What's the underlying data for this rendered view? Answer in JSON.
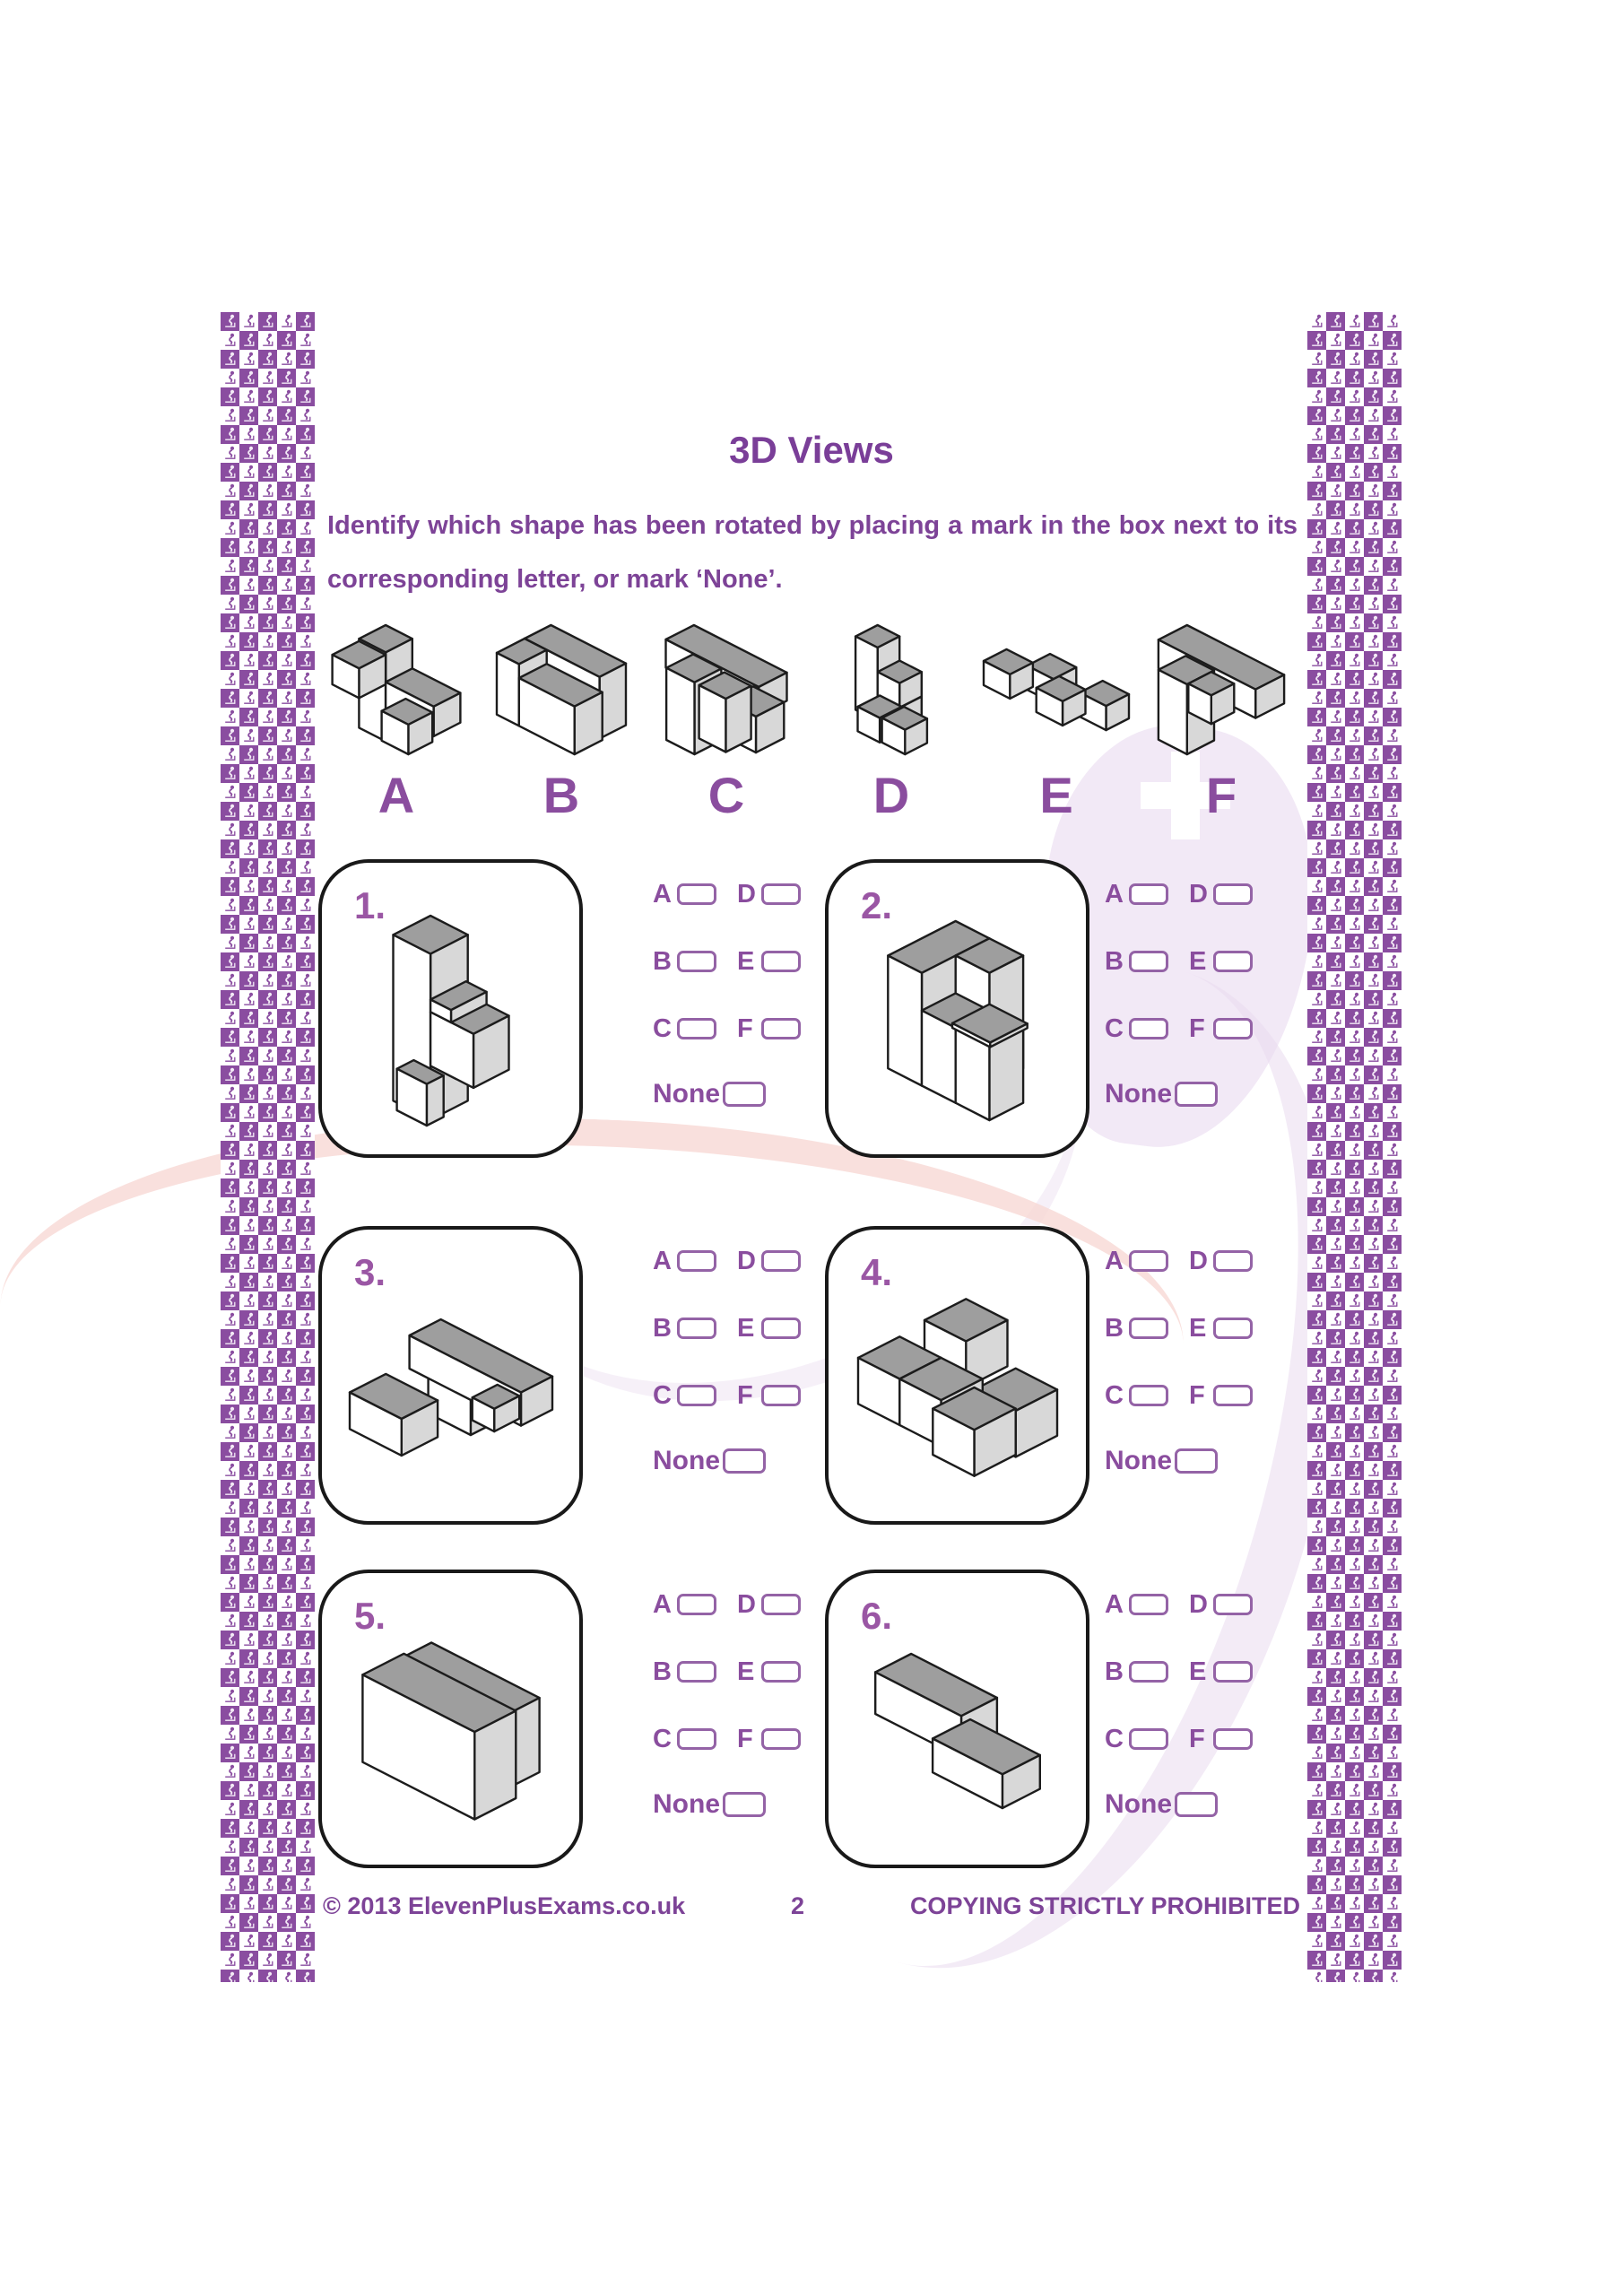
{
  "page": {
    "title": "3D Views",
    "instructions": "Identify which shape has been rotated by placing a mark in the box next to its corresponding letter, or mark ‘None’.",
    "footer": {
      "copyright": "© 2013 ElevenPlusExams.co.uk",
      "page_number": "2",
      "notice": "COPYING STRICTLY PROHIBITED"
    }
  },
  "option_labels": {
    "a": "A",
    "b": "B",
    "c": "C",
    "d": "D",
    "e": "E",
    "f": "F",
    "none": "None"
  },
  "reference_shapes": [
    {
      "letter": "A",
      "boxes": [
        [
          1,
          0,
          0,
          1,
          1,
          3
        ],
        [
          0,
          0,
          1,
          1,
          1,
          1
        ],
        [
          2,
          0,
          1,
          1.8,
          1,
          1
        ],
        [
          1.9,
          0.15,
          0,
          1,
          0.9,
          1
        ]
      ]
    },
    {
      "letter": "B",
      "boxes": [
        [
          0,
          0,
          0,
          2.7,
          0.95,
          2
        ],
        [
          0,
          0.95,
          0,
          0.8,
          1,
          2
        ],
        [
          0.8,
          0.95,
          0,
          2,
          1,
          1.55
        ]
      ]
    },
    {
      "letter": "C",
      "boxes": [
        [
          0,
          0,
          2.3,
          3.3,
          1,
          0.9
        ],
        [
          0.02,
          0.05,
          0,
          1,
          0.95,
          2.3
        ],
        [
          2.2,
          0.1,
          1.15,
          1.1,
          1,
          1.15
        ],
        [
          1.2,
          0.12,
          0.6,
          0.95,
          0.9,
          1.7
        ]
      ]
    },
    {
      "letter": "D",
      "boxes": [
        [
          0,
          0,
          0,
          1,
          1,
          3
        ],
        [
          1,
          0,
          0,
          1,
          1,
          1
        ],
        [
          1.1,
          0.1,
          1.1,
          1,
          1,
          1
        ],
        [
          1,
          0.9,
          0,
          1,
          1,
          1
        ],
        [
          2.05,
          0.85,
          0,
          1.05,
          1,
          1
        ]
      ]
    },
    {
      "letter": "E",
      "boxes": [
        [
          1.15,
          0,
          0,
          1.15,
          1,
          0.95
        ],
        [
          3.45,
          0,
          0,
          1.15,
          1,
          0.95
        ],
        [
          0,
          0.75,
          0,
          1.15,
          1,
          0.95
        ],
        [
          2.3,
          0.75,
          0,
          1.15,
          1,
          0.95
        ]
      ]
    },
    {
      "letter": "F",
      "boxes": [
        [
          0.8,
          0,
          2.2,
          3.4,
          1,
          0.9
        ],
        [
          0.85,
          0.1,
          0,
          1,
          0.95,
          2.2
        ],
        [
          1.85,
          0.2,
          1.3,
          0.8,
          0.8,
          0.9
        ]
      ]
    }
  ],
  "questions": [
    {
      "number": "1.",
      "boxes": [
        [
          0,
          0,
          0,
          1,
          1,
          4
        ],
        [
          1,
          0.05,
          1.3,
          1.15,
          0.95,
          1.3
        ],
        [
          1,
          0.05,
          2.6,
          0.55,
          0.95,
          0.3
        ],
        [
          0.3,
          0.75,
          0,
          0.8,
          0.45,
          1
        ]
      ]
    },
    {
      "number": "2.",
      "boxes": [
        [
          0,
          0,
          0,
          1,
          2,
          3
        ],
        [
          1,
          0,
          0,
          1,
          1,
          3
        ],
        [
          1,
          1,
          0,
          1,
          1,
          2
        ],
        [
          2,
          1,
          0,
          1,
          1,
          2
        ],
        [
          1.95,
          0.95,
          2,
          1.12,
          1.1,
          0.12
        ]
      ]
    },
    {
      "number": "3.",
      "boxes": [
        [
          1.25,
          0.05,
          0.45,
          1.35,
          0.9,
          1.05
        ],
        [
          0.7,
          0,
          1.5,
          3.55,
          1,
          0.95
        ],
        [
          2.6,
          0.1,
          0.85,
          0.7,
          0.8,
          0.65
        ],
        [
          0,
          1.05,
          0,
          1.65,
          1.15,
          1.05
        ]
      ]
    },
    {
      "number": "4.",
      "boxes": [
        [
          2.15,
          0.05,
          0,
          1,
          1,
          1
        ],
        [
          1,
          0.1,
          1,
          1,
          1,
          1
        ],
        [
          0,
          0.7,
          0,
          1,
          1,
          1
        ],
        [
          1,
          0.7,
          0,
          1,
          1,
          1
        ],
        [
          2.1,
          1,
          0,
          1,
          1,
          1
        ]
      ]
    },
    {
      "number": "5.",
      "boxes": [
        [
          0,
          0,
          0,
          2.75,
          0.95,
          1.7
        ],
        [
          0.25,
          0.95,
          0,
          2.85,
          1.05,
          2
        ]
      ]
    },
    {
      "number": "6.",
      "boxes": [
        [
          0,
          0,
          0,
          2.4,
          1,
          1.05
        ],
        [
          2.4,
          0.75,
          0,
          1.95,
          1.05,
          0.85
        ]
      ]
    }
  ],
  "colors": {
    "accent_purple": "#7d4397",
    "tile_purple": "#8a4da0",
    "shape_top": "#9e9e9e",
    "shape_side": "#d8d8d8",
    "shape_front": "#ffffff",
    "outline": "#1c1c1c",
    "watermark_lavender": "#eadcf0",
    "watermark_pink": "#f8d9d5"
  }
}
